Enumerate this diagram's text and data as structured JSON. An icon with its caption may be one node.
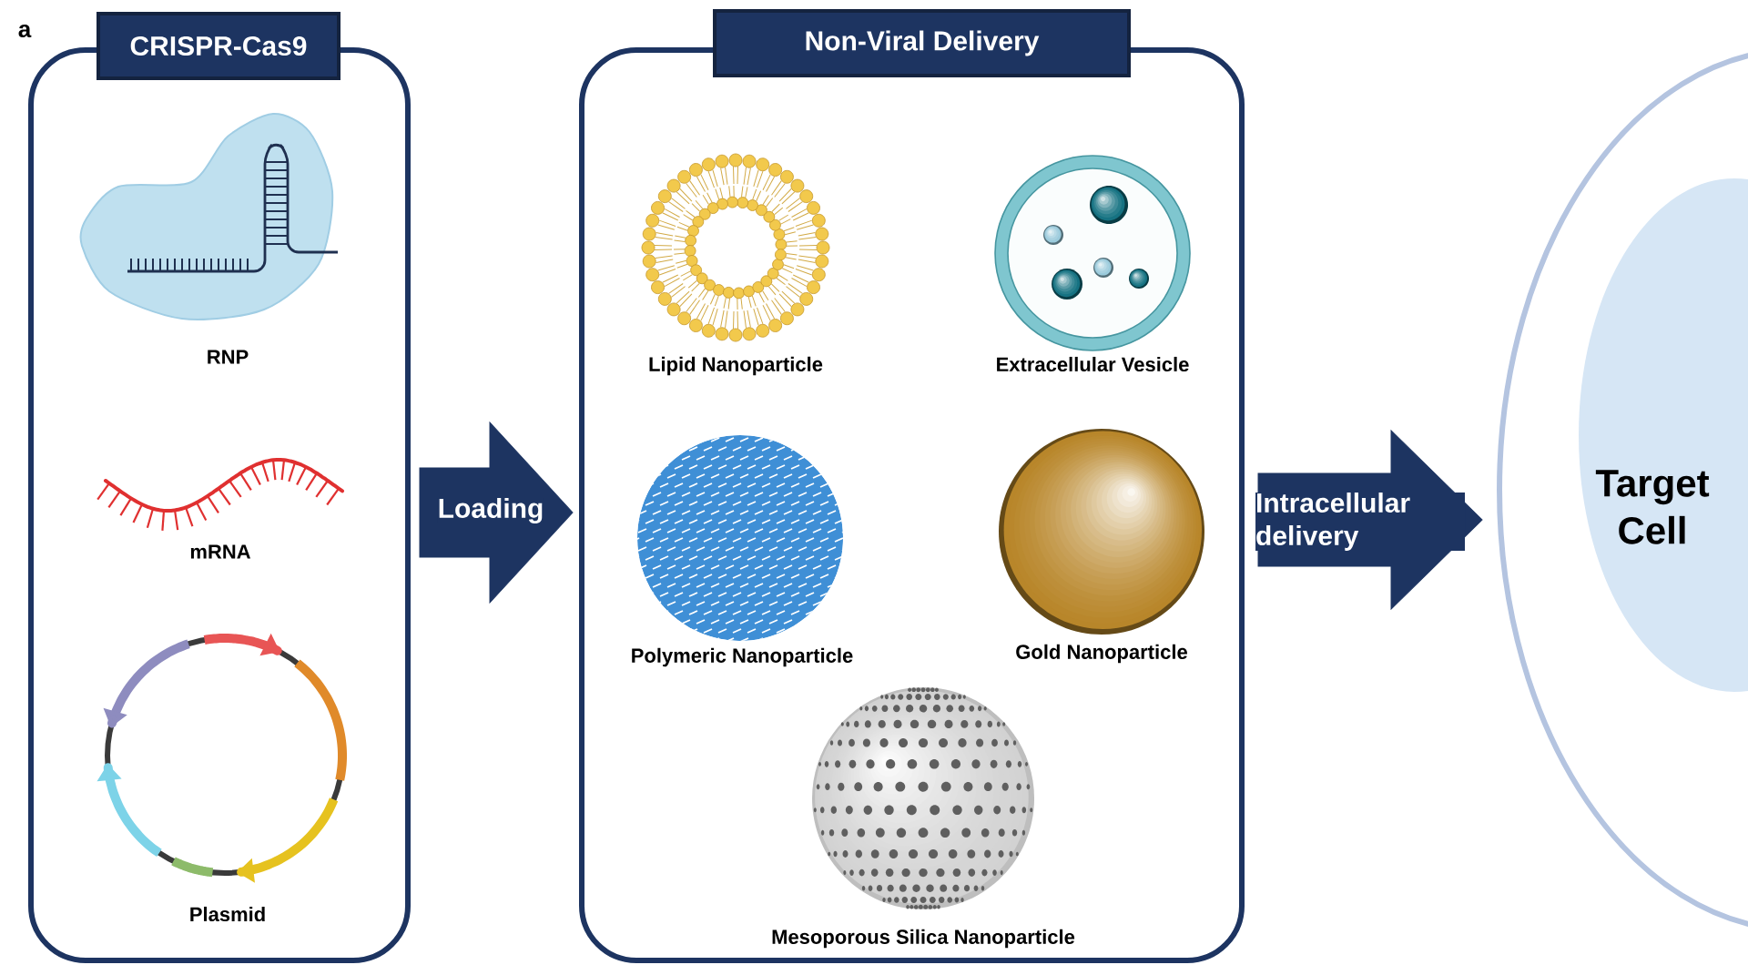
{
  "diagram": {
    "nodes": [
      {
        "text": [
          "CRISPR-Cas9"
        ]
      },
      {
        "text": [
          "RNP"
        ],
        "in": 0
      },
      {
        "text": [
          "mRNA"
        ],
        "in": 0
      },
      {
        "text": [
          "Plasmid"
        ],
        "in": 0
      },
      {
        "text": [
          "Non-Viral Delivery"
        ]
      },
      {
        "text": [
          "Lipid Nanoparticle"
        ],
        "in": 4
      },
      {
        "text": [
          "Extracellular Vesicle"
        ],
        "in": 4
      },
      {
        "text": [
          "Polymeric Nanoparticle"
        ],
        "in": 4
      },
      {
        "text": [
          "Gold Nanoparticle"
        ],
        "in": 4
      },
      {
        "text": [
          "Mesoporous Silica Nanoparticle"
        ],
        "in": 4
      },
      {
        "text": [
          "Target Cell"
        ]
      }
    ],
    "edges": [
      {
        "from": 0,
        "to": 4,
        "arrow": "to",
        "label": "Loading"
      },
      {
        "from": 4,
        "to": 10,
        "arrow": "to",
        "label": "Intracellular delivery"
      }
    ],
    "labels": [
      "a"
    ]
  }
}
